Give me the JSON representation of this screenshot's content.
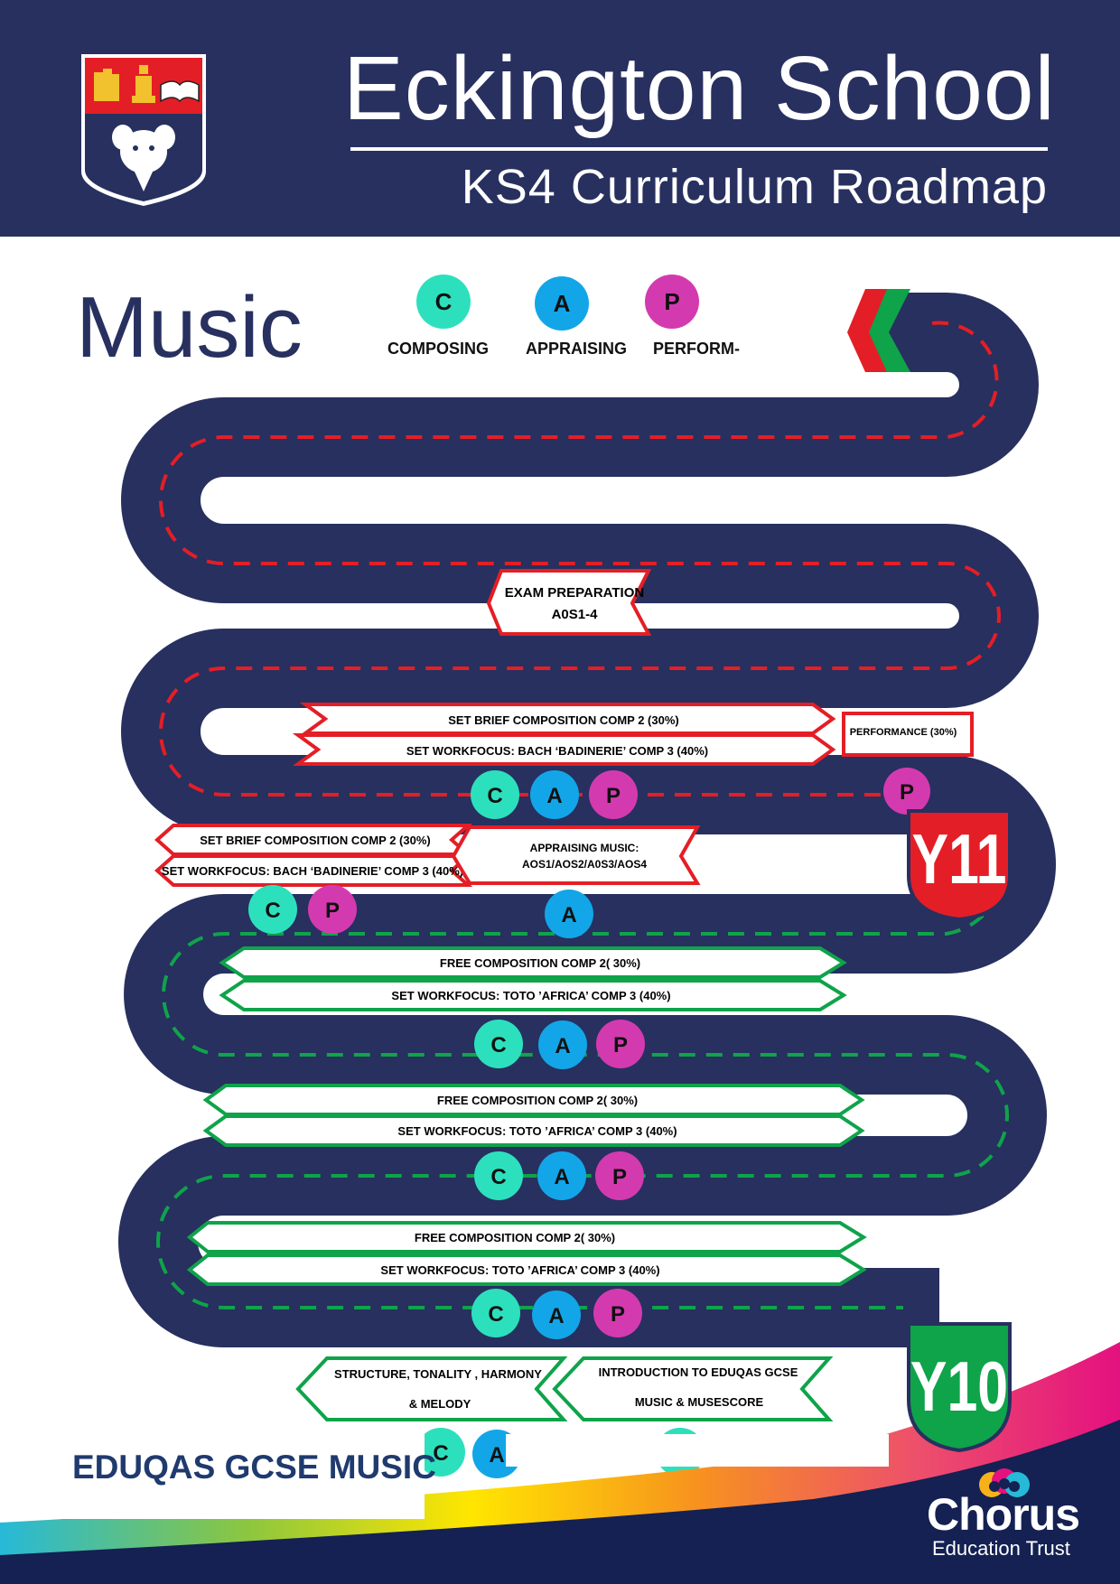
{
  "header": {
    "title": "Eckington School",
    "subtitle": "KS4 Curriculum Roadmap"
  },
  "subject": "Music",
  "legend": [
    {
      "letter": "C",
      "label": "COMPOSING",
      "color": "#2de0bd"
    },
    {
      "letter": "A",
      "label": "APPRAISING",
      "color": "#12a6e8"
    },
    {
      "letter": "P",
      "label": "PERFORM-",
      "color": "#d43aaf"
    }
  ],
  "year_badges": {
    "y11": {
      "label": "Y11",
      "color": "#e41e26"
    },
    "y10": {
      "label": "Y10",
      "color": "#0fa34a"
    }
  },
  "milestones": {
    "exam_prep": {
      "line1": "EXAM PREPARATION",
      "line2": "A0S1-4"
    },
    "y11_comp_brief_a": "SET BRIEF COMPOSITION COMP 2 (30%)",
    "y11_bach_a": "SET WORKFOCUS: BACH ‘BADINERIE’ COMP 3 (40%)",
    "performance": "PERFORMANCE (30%)",
    "y11_comp_brief_b": "SET BRIEF COMPOSITION COMP 2 (30%)",
    "y11_bach_b": "SET WORKFOCUS: BACH ‘BADINERIE’ COMP 3 (40%)",
    "appraising_music": {
      "line1": "APPRAISING MUSIC:",
      "line2": "AOS1/AOS2/A0S3/AOS4"
    },
    "free_comp_1": "FREE COMPOSITION COMP 2( 30%)",
    "toto_1": "SET WORKFOCUS: TOTO ’AFRICA’ COMP 3 (40%)",
    "free_comp_2": "FREE COMPOSITION COMP 2( 30%)",
    "toto_2": "SET WORKFOCUS: TOTO ’AFRICA’ COMP 3 (40%)",
    "free_comp_3": "FREE COMPOSITION COMP 2( 30%)",
    "toto_3": "SET WORKFOCUS: TOTO ’AFRICA’ COMP 3 (40%)",
    "structure": {
      "line1": "STRUCTURE, TONALITY , HARMONY",
      "line2": "& MELODY"
    },
    "intro": {
      "line1": "INTRODUCTION TO EDUQAS GCSE",
      "line2": "MUSIC & MUSESCORE"
    }
  },
  "skill_letters": {
    "c": "C",
    "a": "A",
    "p": "P"
  },
  "footer": {
    "course": "EDUQAS GCSE MUSIC",
    "trust_name": "Chorus",
    "trust_sub": "Education Trust"
  },
  "colors": {
    "navy": "#27305f",
    "red": "#e41e26",
    "green": "#0fa34a",
    "composing": "#2de0bd",
    "appraising": "#12a6e8",
    "performing": "#d43aaf"
  }
}
